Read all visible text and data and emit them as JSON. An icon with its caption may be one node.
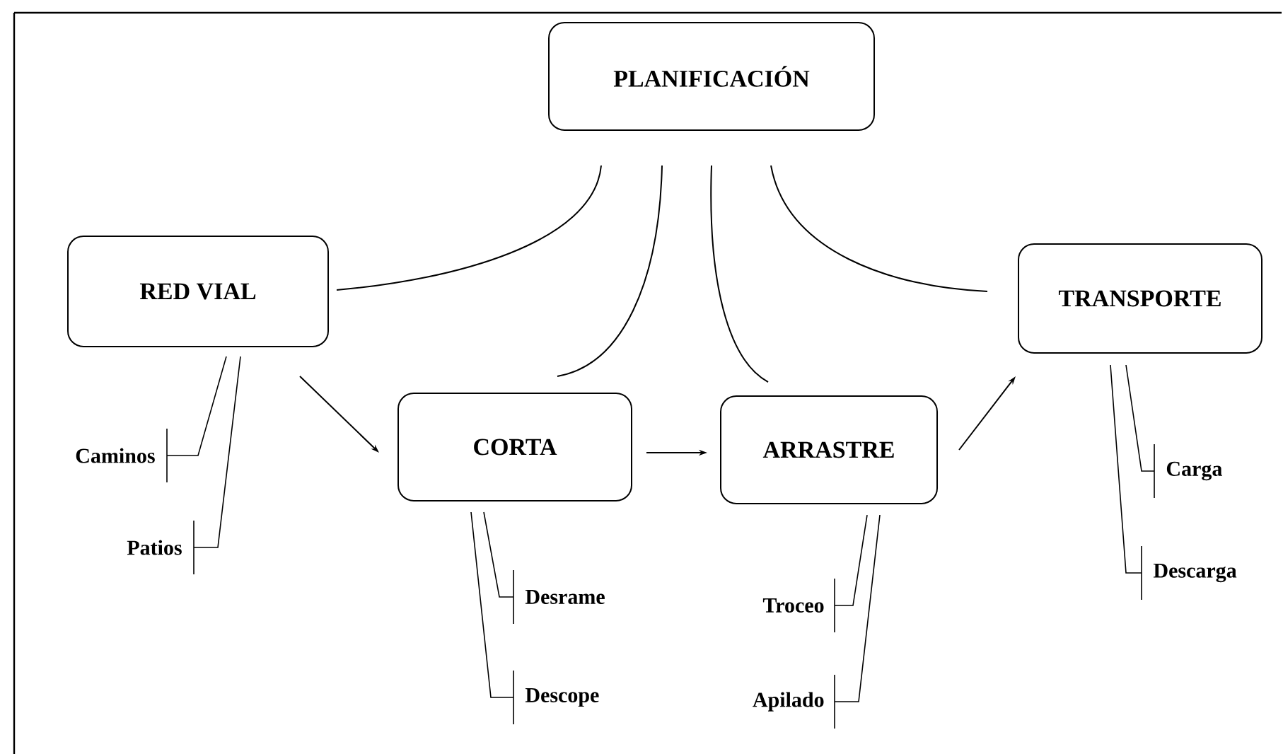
{
  "diagram": {
    "nodes": [
      {
        "text": [
          "PLANIFICACIÓN"
        ]
      },
      {
        "text": [
          "RED VIAL"
        ]
      },
      {
        "text": [
          "CORTA"
        ]
      },
      {
        "text": [
          "ARRASTRE"
        ]
      },
      {
        "text": [
          "TRANSPORTE"
        ]
      },
      {
        "text": [
          "Caminos"
        ]
      },
      {
        "text": [
          "Patios"
        ]
      },
      {
        "text": [
          "Desrame"
        ]
      },
      {
        "text": [
          "Descope"
        ]
      },
      {
        "text": [
          "Troceo"
        ]
      },
      {
        "text": [
          "Apilado"
        ]
      },
      {
        "text": [
          "Carga"
        ]
      },
      {
        "text": [
          "Descarga"
        ]
      }
    ],
    "edges": [
      {
        "from": 0,
        "to": 1,
        "arrow": "none"
      },
      {
        "from": 0,
        "to": 2,
        "arrow": "none"
      },
      {
        "from": 0,
        "to": 3,
        "arrow": "none"
      },
      {
        "from": 0,
        "to": 4,
        "arrow": "none"
      },
      {
        "from": 1,
        "to": 2,
        "arrow": "to"
      },
      {
        "from": 2,
        "to": 3,
        "arrow": "to"
      },
      {
        "from": 3,
        "to": 4,
        "arrow": "to"
      },
      {
        "from": 1,
        "to": 5,
        "arrow": "none"
      },
      {
        "from": 1,
        "to": 6,
        "arrow": "none"
      },
      {
        "from": 2,
        "to": 7,
        "arrow": "none"
      },
      {
        "from": 2,
        "to": 8,
        "arrow": "none"
      },
      {
        "from": 3,
        "to": 9,
        "arrow": "none"
      },
      {
        "from": 3,
        "to": 10,
        "arrow": "none"
      },
      {
        "from": 4,
        "to": 11,
        "arrow": "none"
      },
      {
        "from": 4,
        "to": 12,
        "arrow": "none"
      }
    ]
  }
}
